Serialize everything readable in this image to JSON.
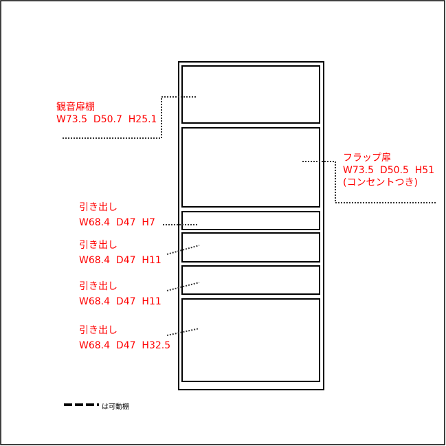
{
  "labels": [
    {
      "name": "観音扉棚",
      "dims": "W73.5  D50.7  H25.1"
    },
    {
      "name": "フラップ扉",
      "dims": "W73.5  D50.5  H51",
      "note": "(コンセントつき)"
    },
    {
      "name": "引き出し",
      "dims": "W68.4  D47  H7"
    },
    {
      "name": "引き出し",
      "dims": "W68.4  D47  H11"
    },
    {
      "name": "引き出し",
      "dims": "W68.4  D47  H11"
    },
    {
      "name": "引き出し",
      "dims": "W68.4  D47  H32.5"
    }
  ],
  "legend": {
    "text": "は可動棚"
  },
  "colors": {
    "label": "#ff0000",
    "line": "#000000"
  }
}
